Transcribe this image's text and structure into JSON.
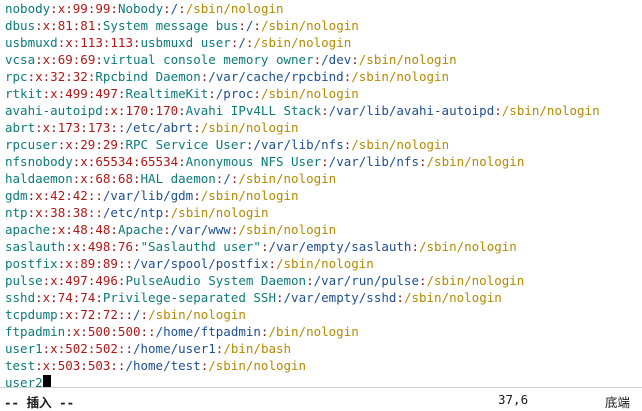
{
  "passwd_lines": [
    {
      "name": "nobody",
      "x": "x",
      "uid": "99",
      "gid": "99",
      "gecos": "Nobody",
      "home": "/",
      "shell": "/sbin/nologin"
    },
    {
      "name": "dbus",
      "x": "x",
      "uid": "81",
      "gid": "81",
      "gecos": "System message bus",
      "home": "/",
      "shell": "/sbin/nologin"
    },
    {
      "name": "usbmuxd",
      "x": "x",
      "uid": "113",
      "gid": "113",
      "gecos": "usbmuxd user",
      "home": "/",
      "shell": "/sbin/nologin"
    },
    {
      "name": "vcsa",
      "x": "x",
      "uid": "69",
      "gid": "69",
      "gecos": "virtual console memory owner",
      "home": "/dev",
      "shell": "/sbin/nologin"
    },
    {
      "name": "rpc",
      "x": "x",
      "uid": "32",
      "gid": "32",
      "gecos": "Rpcbind Daemon",
      "home": "/var/cache/rpcbind",
      "shell": "/sbin/nologin"
    },
    {
      "name": "rtkit",
      "x": "x",
      "uid": "499",
      "gid": "497",
      "gecos": "RealtimeKit",
      "home": "/proc",
      "shell": "/sbin/nologin"
    },
    {
      "name": "avahi-autoipd",
      "x": "x",
      "uid": "170",
      "gid": "170",
      "gecos": "Avahi IPv4LL Stack",
      "home": "/var/lib/avahi-autoipd",
      "shell": "/sbin/nologin"
    },
    {
      "name": "abrt",
      "x": "x",
      "uid": "173",
      "gid": "173",
      "gecos": "",
      "home": "/etc/abrt",
      "shell": "/sbin/nologin"
    },
    {
      "name": "rpcuser",
      "x": "x",
      "uid": "29",
      "gid": "29",
      "gecos": "RPC Service User",
      "home": "/var/lib/nfs",
      "shell": "/sbin/nologin"
    },
    {
      "name": "nfsnobody",
      "x": "x",
      "uid": "65534",
      "gid": "65534",
      "gecos": "Anonymous NFS User",
      "home": "/var/lib/nfs",
      "shell": "/sbin/nologin"
    },
    {
      "name": "haldaemon",
      "x": "x",
      "uid": "68",
      "gid": "68",
      "gecos": "HAL daemon",
      "home": "/",
      "shell": "/sbin/nologin"
    },
    {
      "name": "gdm",
      "x": "x",
      "uid": "42",
      "gid": "42",
      "gecos": "",
      "home": "/var/lib/gdm",
      "shell": "/sbin/nologin"
    },
    {
      "name": "ntp",
      "x": "x",
      "uid": "38",
      "gid": "38",
      "gecos": "",
      "home": "/etc/ntp",
      "shell": "/sbin/nologin"
    },
    {
      "name": "apache",
      "x": "x",
      "uid": "48",
      "gid": "48",
      "gecos": "Apache",
      "home": "/var/www",
      "shell": "/sbin/nologin"
    },
    {
      "name": "saslauth",
      "x": "x",
      "uid": "498",
      "gid": "76",
      "gecos": "\"Saslauthd user\"",
      "home": "/var/empty/saslauth",
      "shell": "/sbin/nologin"
    },
    {
      "name": "postfix",
      "x": "x",
      "uid": "89",
      "gid": "89",
      "gecos": "",
      "home": "/var/spool/postfix",
      "shell": "/sbin/nologin"
    },
    {
      "name": "pulse",
      "x": "x",
      "uid": "497",
      "gid": "496",
      "gecos": "PulseAudio System Daemon",
      "home": "/var/run/pulse",
      "shell": "/sbin/nologin"
    },
    {
      "name": "sshd",
      "x": "x",
      "uid": "74",
      "gid": "74",
      "gecos": "Privilege-separated SSH",
      "home": "/var/empty/sshd",
      "shell": "/sbin/nologin"
    },
    {
      "name": "tcpdump",
      "x": "x",
      "uid": "72",
      "gid": "72",
      "gecos": "",
      "home": "/",
      "shell": "/sbin/nologin"
    },
    {
      "name": "ftpadmin",
      "x": "x",
      "uid": "500",
      "gid": "500",
      "gecos": "",
      "home": "/home/ftpadmin",
      "shell": "/bin/nologin"
    },
    {
      "name": "user1",
      "x": "x",
      "uid": "502",
      "gid": "502",
      "gecos": "",
      "home": "/home/user1",
      "shell": "/bin/bash"
    },
    {
      "name": "test",
      "x": "x",
      "uid": "503",
      "gid": "503",
      "gecos": "",
      "home": "/home/test",
      "shell": "/sbin/nologin"
    }
  ],
  "current_input": "user2",
  "status": {
    "mode": "-- 插入 --",
    "position": "37,6",
    "location": "底端"
  }
}
